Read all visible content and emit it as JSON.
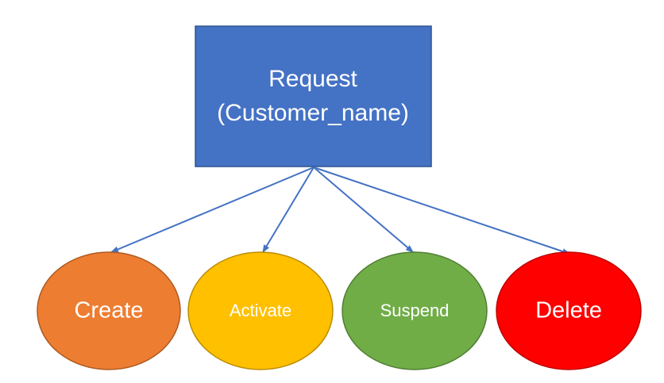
{
  "request": {
    "line1": "Request",
    "line2": "(Customer_name)",
    "fill": "#4472C4",
    "stroke": "#2F528F"
  },
  "actions": [
    {
      "label": "Create",
      "fill": "#ED7D31",
      "stroke": "#AE5A21"
    },
    {
      "label": "Activate",
      "fill": "#FFC000",
      "stroke": "#BC8C00"
    },
    {
      "label": "Suspend",
      "fill": "#70AD47",
      "stroke": "#507E32"
    },
    {
      "label": "Delete",
      "fill": "#FF0000",
      "stroke": "#C00000"
    }
  ],
  "connector_color": "#4472C4"
}
